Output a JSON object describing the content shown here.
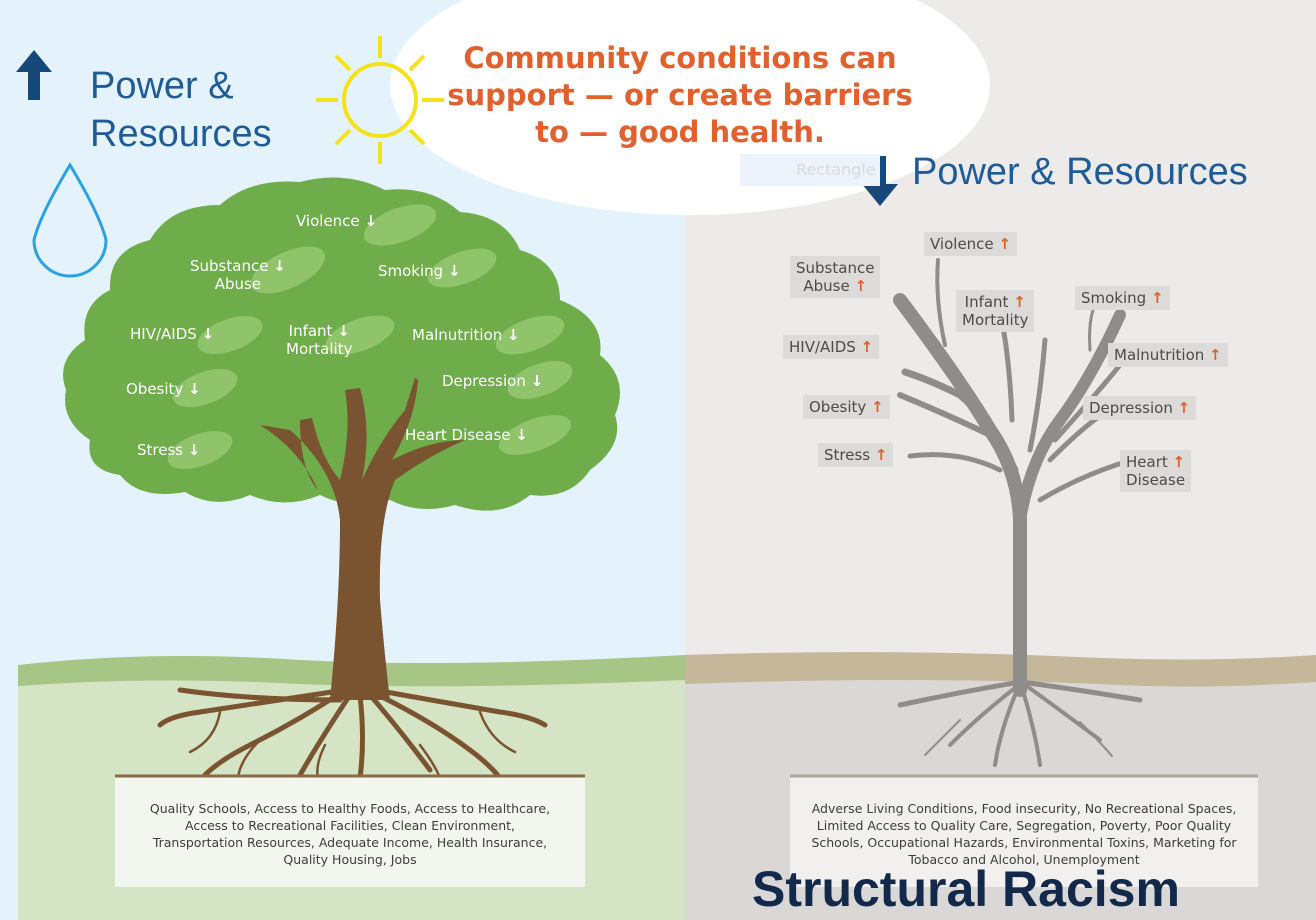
{
  "left_panel": {
    "heading_line1": "Power &",
    "heading_line2": "Resources",
    "heading_arrow": "up-arrow-icon",
    "leaves": [
      {
        "text": "Violence",
        "arrow": "↓"
      },
      {
        "text": "Substance",
        "text2": "Abuse",
        "arrow": "↓"
      },
      {
        "text": "Smoking",
        "arrow": "↓"
      },
      {
        "text": "HIV/AIDS",
        "arrow": "↓"
      },
      {
        "text": "Infant",
        "text2": "Mortality",
        "arrow": "↓"
      },
      {
        "text": "Malnutrition",
        "arrow": "↓"
      },
      {
        "text": "Obesity",
        "arrow": "↓"
      },
      {
        "text": "Depression",
        "arrow": "↓"
      },
      {
        "text": "Heart Disease",
        "arrow": "↓"
      },
      {
        "text": "Stress",
        "arrow": "↓"
      }
    ],
    "roots_text": "Quality Schools, Access to Healthy Foods, Access to Healthcare, Access to Recreational Facilities, Clean Environment, Transportation Resources, Adequate Income, Health Insurance, Quality Housing, Jobs"
  },
  "callout": {
    "line1": "Community conditions can",
    "line2": "support — or create barriers",
    "line3": "to — good health."
  },
  "right_panel": {
    "heading": "Power & Resources",
    "heading_arrow": "down-arrow-icon",
    "ghost_text": "Rectangle",
    "labels": [
      {
        "text": "Violence",
        "arrow": "↑"
      },
      {
        "text": "Substance",
        "text2": "Abuse",
        "arrow": "↑"
      },
      {
        "text": "Infant",
        "text2": "Mortality",
        "arrow": "↑"
      },
      {
        "text": "Smoking",
        "arrow": "↑"
      },
      {
        "text": "HIV/AIDS",
        "arrow": "↑"
      },
      {
        "text": "Malnutrition",
        "arrow": "↑"
      },
      {
        "text": "Obesity",
        "arrow": "↑"
      },
      {
        "text": "Depression",
        "arrow": "↑"
      },
      {
        "text": "Stress",
        "arrow": "↑"
      },
      {
        "text": "Heart",
        "text2": "Disease",
        "arrow": "↑"
      }
    ],
    "roots_text": "Adverse Living Conditions, Food insecurity, No Recreational Spaces, Limited Access to Quality Care, Segregation, Poverty, Poor Quality Schools, Occupational Hazards, Environmental Toxins, Marketing for Tobacco and Alcohol, Unemployment",
    "footer_title": "Structural Racism"
  },
  "colors": {
    "left_sky": "#e4f3fb",
    "right_bg": "#ecebea",
    "canopy": "#6fac4a",
    "trunk_left": "#7a5330",
    "trunk_right": "#8f8d8b",
    "accent_orange": "#e0612e",
    "heading_blue": "#1f5b96",
    "dark_navy": "#13294b"
  }
}
